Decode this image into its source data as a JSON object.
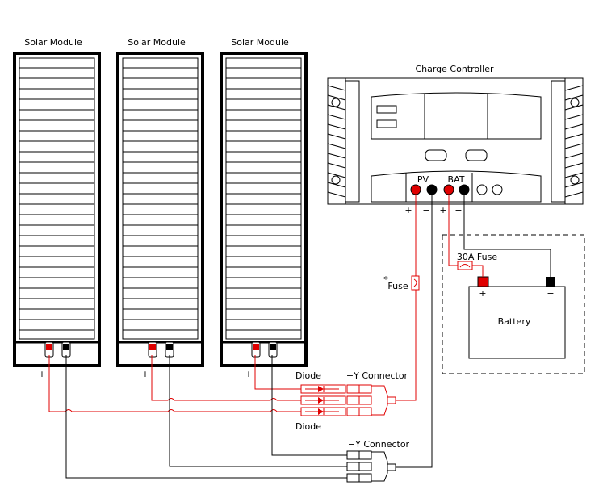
{
  "modules": [
    {
      "title": "Solar Module",
      "plus": "+",
      "minus": "−"
    },
    {
      "title": "Solar Module",
      "plus": "+",
      "minus": "−"
    },
    {
      "title": "Solar Module",
      "plus": "+",
      "minus": "−"
    }
  ],
  "controller": {
    "title": "Charge Controller",
    "pv_label": "PV",
    "bat_label": "BAT",
    "pv_plus": "+",
    "pv_minus": "−",
    "bat_plus": "+",
    "bat_minus": "−"
  },
  "battery": {
    "label": "Battery",
    "plus": "+",
    "minus": "−",
    "fuse_label": "30A Fuse"
  },
  "connectors": {
    "diode_top": "Diode",
    "diode_bottom": "Diode",
    "plus_y": "+Y Connector",
    "minus_y": "−Y Connector",
    "fuse": "Fuse",
    "fuse_mark": "*"
  },
  "colors": {
    "positive": "#e00000",
    "negative": "#000000"
  }
}
